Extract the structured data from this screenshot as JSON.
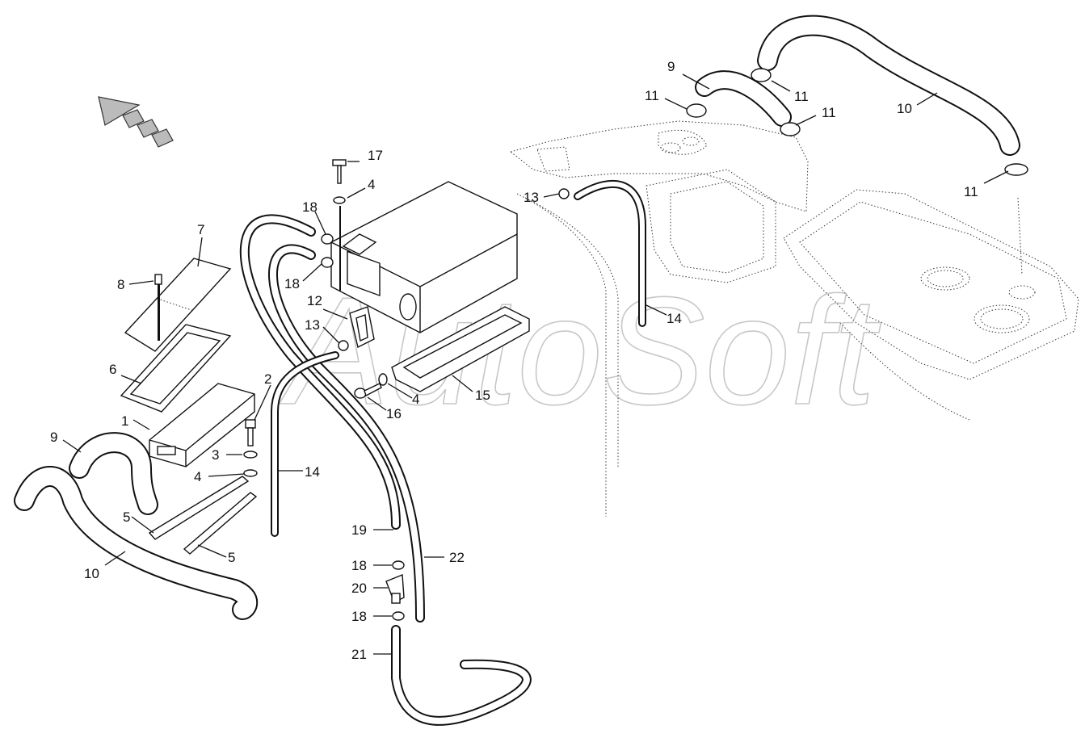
{
  "watermark": "AutoSoft",
  "callouts": {
    "c1": "1",
    "c2": "2",
    "c3": "3",
    "c4a": "4",
    "c4b": "4",
    "c4c": "4",
    "c5a": "5",
    "c5b": "5",
    "c6": "6",
    "c7": "7",
    "c8": "8",
    "c9a": "9",
    "c9b": "9",
    "c10a": "10",
    "c10b": "10",
    "c11a": "11",
    "c11b": "11",
    "c11c": "11",
    "c11d": "11",
    "c12": "12",
    "c13a": "13",
    "c13b": "13",
    "c14a": "14",
    "c14b": "14",
    "c15": "15",
    "c16": "16",
    "c17": "17",
    "c18a": "18",
    "c18b": "18",
    "c18c": "18",
    "c18d": "18",
    "c19": "19",
    "c20": "20",
    "c21": "21",
    "c22": "22"
  }
}
